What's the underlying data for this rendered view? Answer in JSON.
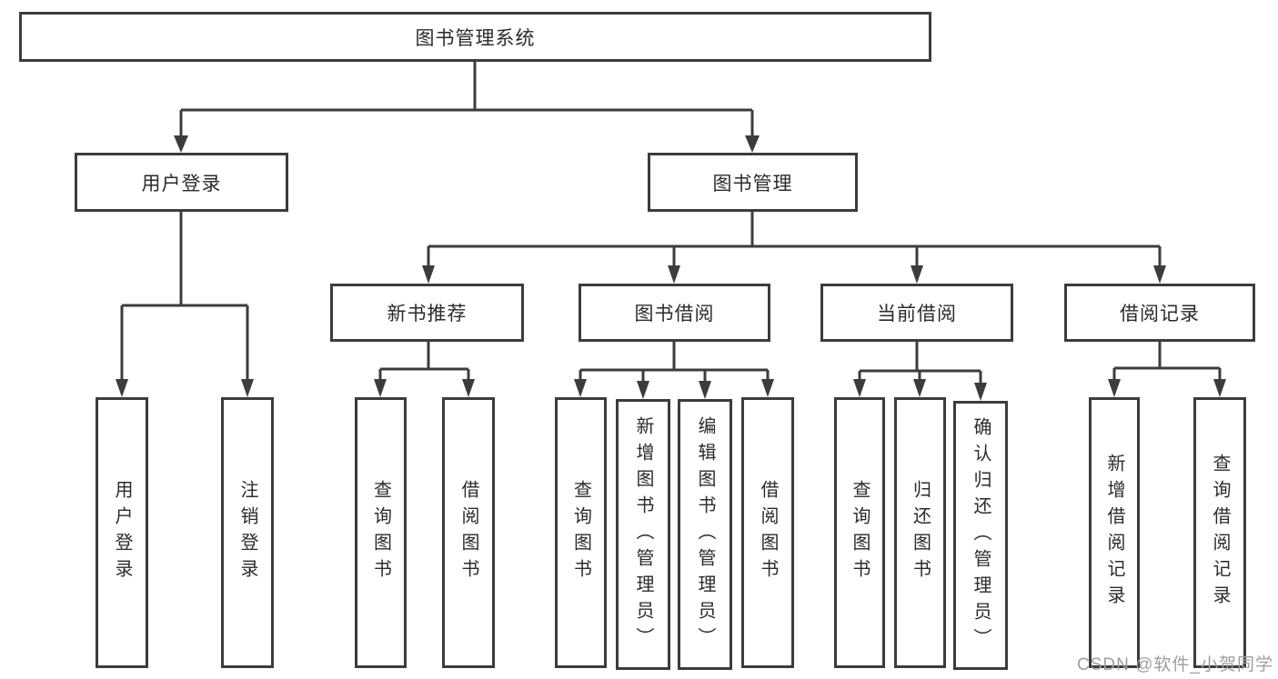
{
  "tree": {
    "root": {
      "label": "图书管理系统",
      "children": [
        {
          "label": "用户登录",
          "children": [
            {
              "label": "用户登录"
            },
            {
              "label": "注销登录"
            }
          ]
        },
        {
          "label": "图书管理",
          "children": [
            {
              "label": "新书推荐",
              "children": [
                {
                  "label": "查询图书"
                },
                {
                  "label": "借阅图书"
                }
              ]
            },
            {
              "label": "图书借阅",
              "children": [
                {
                  "label": "查询图书"
                },
                {
                  "label": "新增图书（管理员）"
                },
                {
                  "label": "编辑图书（管理员）"
                },
                {
                  "label": "借阅图书"
                }
              ]
            },
            {
              "label": "当前借阅",
              "children": [
                {
                  "label": "查询图书"
                },
                {
                  "label": "归还图书"
                },
                {
                  "label": "确认归还（管理员）"
                }
              ]
            },
            {
              "label": "借阅记录",
              "children": [
                {
                  "label": "新增借阅记录"
                },
                {
                  "label": "查询借阅记录"
                }
              ]
            }
          ]
        }
      ]
    }
  },
  "watermark": {
    "text": "CSDN @软件_小贺同学",
    "color": "#9e9e9e"
  },
  "colors": {
    "line": "#3c3c3c",
    "box_border": "#3c3c3c",
    "text": "#2b2b2b",
    "background": "#ffffff"
  }
}
